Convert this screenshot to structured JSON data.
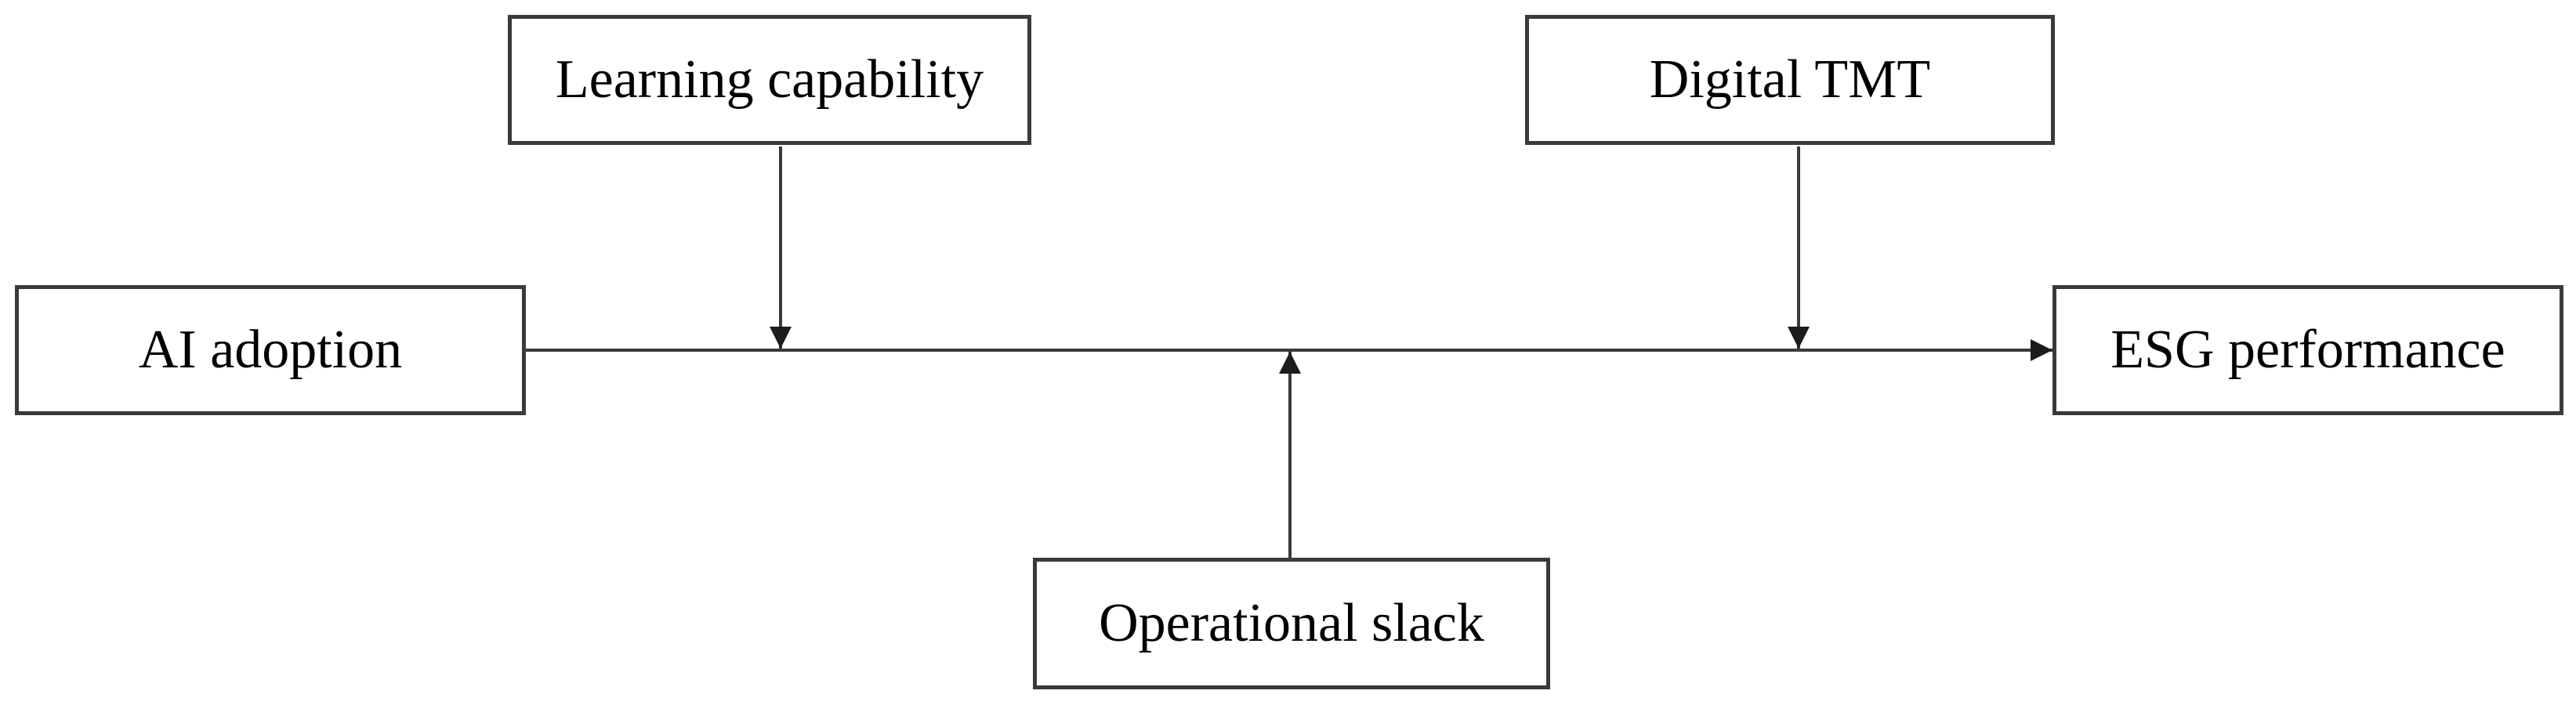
{
  "diagram": {
    "nodes": [
      {
        "id": "ai-adoption",
        "label": "AI adoption"
      },
      {
        "id": "learning-capability",
        "label": "Learning capability"
      },
      {
        "id": "digital-tmt",
        "label": "Digital TMT"
      },
      {
        "id": "operational-slack",
        "label": "Operational slack"
      },
      {
        "id": "esg-performance",
        "label": "ESG performance"
      }
    ],
    "edges": [
      {
        "from": "ai-adoption",
        "to": "esg-performance",
        "style": "solid-arrow",
        "direction": "right"
      },
      {
        "from": "learning-capability",
        "to": "main-path",
        "style": "solid-arrow",
        "direction": "down"
      },
      {
        "from": "digital-tmt",
        "to": "main-path",
        "style": "solid-arrow",
        "direction": "down"
      },
      {
        "from": "operational-slack",
        "to": "main-path",
        "style": "solid-arrow",
        "direction": "up"
      }
    ],
    "colors": {
      "background": "#ffffff",
      "box_border": "#3a3a3a",
      "line": "#3a3a3a",
      "arrowhead": "#1c1c1c",
      "text": "#000000"
    }
  }
}
